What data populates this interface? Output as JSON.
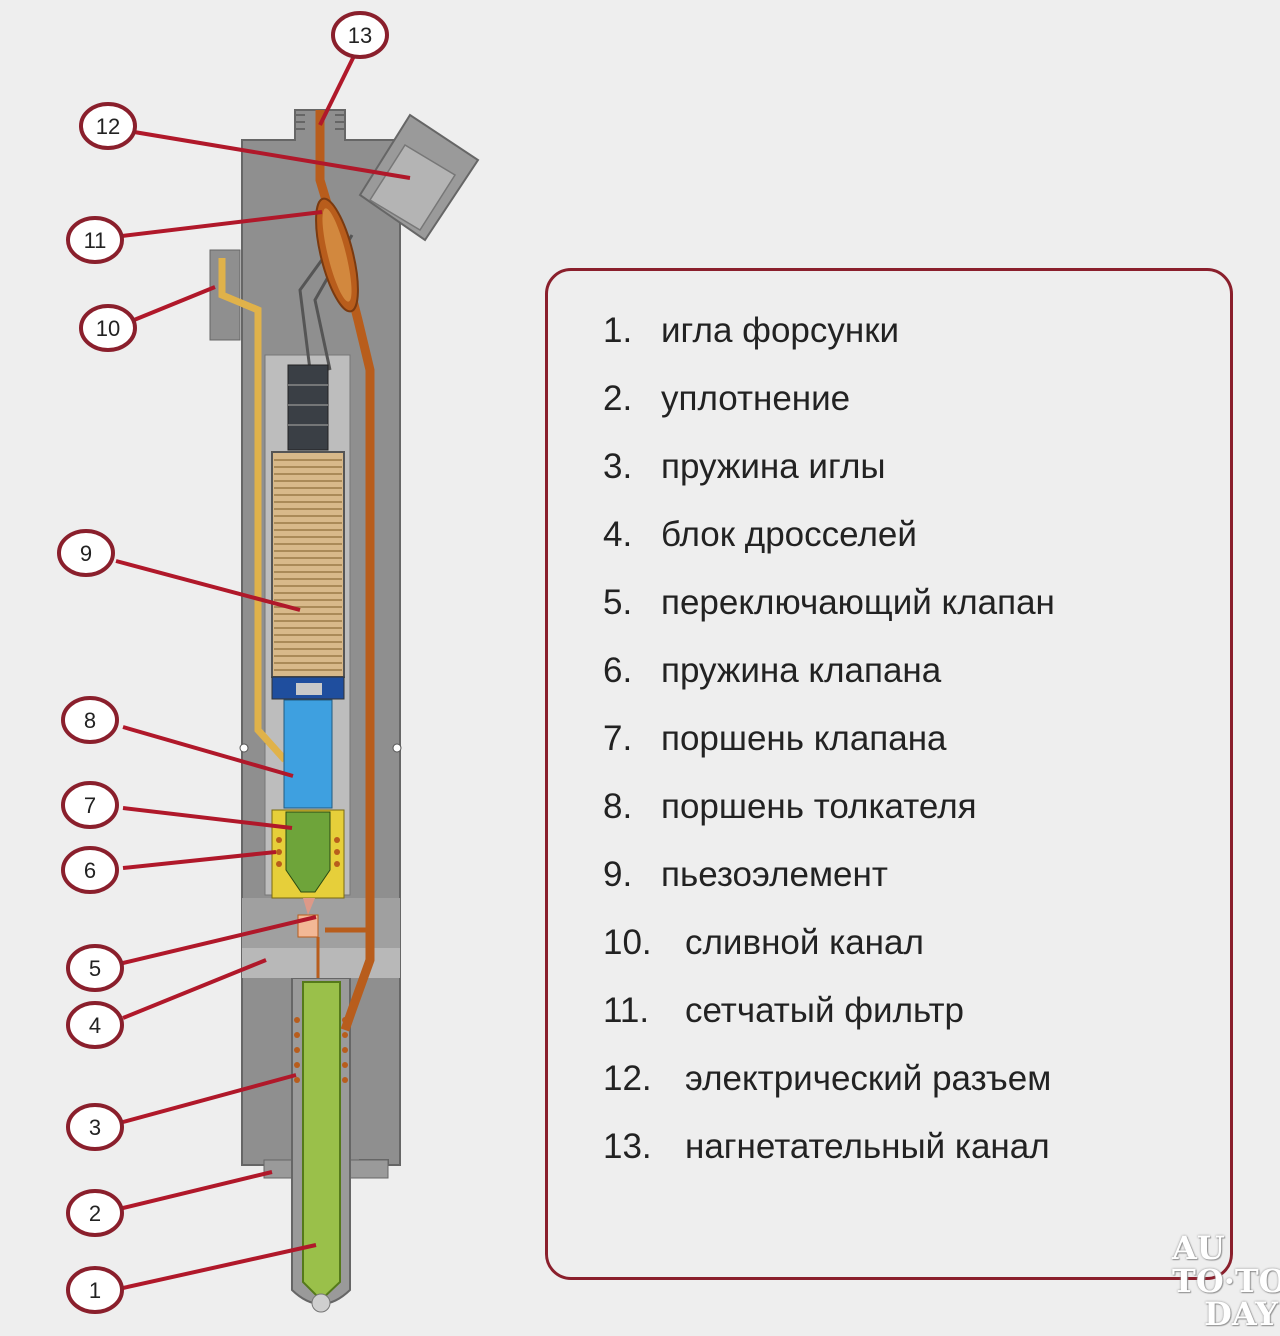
{
  "callouts": [
    "1",
    "2",
    "3",
    "4",
    "5",
    "6",
    "7",
    "8",
    "9",
    "10",
    "11",
    "12",
    "13"
  ],
  "legend": [
    {
      "num": "1.",
      "text": "игла форсунки"
    },
    {
      "num": "2.",
      "text": "уплотнение"
    },
    {
      "num": "3.",
      "text": "пружина иглы"
    },
    {
      "num": "4.",
      "text": "блок дросселей"
    },
    {
      "num": "5.",
      "text": "переключающий клапан"
    },
    {
      "num": "6.",
      "text": "пружина клапана"
    },
    {
      "num": "7.",
      "text": "поршень клапана"
    },
    {
      "num": "8.",
      "text": "поршень толкателя"
    },
    {
      "num": "9.",
      "text": "пьезоэлемент"
    },
    {
      "num": "10.",
      "text": "сливной канал"
    },
    {
      "num": "11.",
      "text": "сетчатый фильтр"
    },
    {
      "num": "12.",
      "text": "электрический разъем"
    },
    {
      "num": "13.",
      "text": "нагнетательный канал"
    }
  ],
  "watermark": {
    "line1": "AU",
    "line2": "TO·TO",
    "line3": "DAY"
  },
  "colors": {
    "body_gray": "#8f8f8f",
    "border_red": "#8a1f2c",
    "fuel_channel": "#b85d1c",
    "drain_channel": "#e0b24a",
    "needle_green": "#9ac04a",
    "piston_blue": "#3ea0e0",
    "valve_green": "#6ea43a"
  }
}
